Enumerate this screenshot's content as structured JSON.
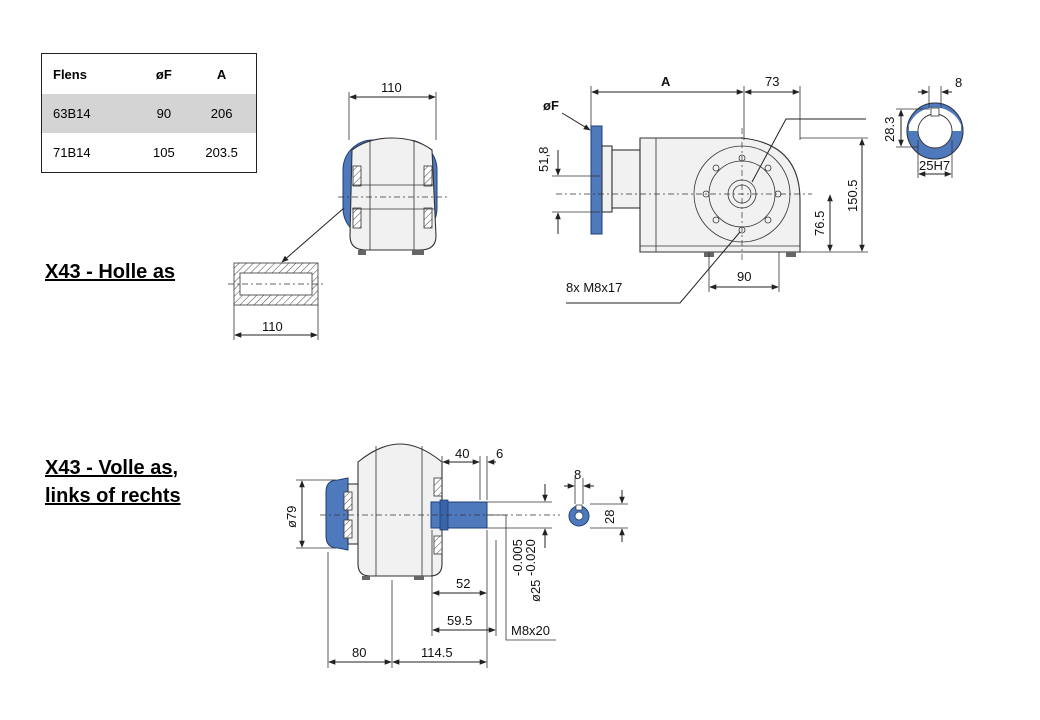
{
  "table": {
    "headers": [
      "Flens",
      "øF",
      "A"
    ],
    "rows": [
      [
        "63B14",
        "90",
        "206"
      ],
      [
        "71B14",
        "105",
        "203.5"
      ]
    ]
  },
  "headings": {
    "hollow": "X43 - Holle as",
    "solid_line1": "X43 - Volle as,",
    "solid_line2": "links of rechts"
  },
  "dims": {
    "top_width": "110",
    "shaft_length": "110",
    "A": "A",
    "d73": "73",
    "dF": "øF",
    "d51_8": "51,8",
    "d150_5": "150.5",
    "d76_5": "76.5",
    "d90": "90",
    "bolts": "8x M8x17",
    "key_width": "8",
    "d28_3": "28.3",
    "bore": "25H7",
    "d40": "40",
    "d6": "6",
    "d79": "ø79",
    "d52": "52",
    "d59_5": "59.5",
    "d80": "80",
    "d114_5": "114.5",
    "thread": "M8x20",
    "shaft_dia": "ø25",
    "tol_upper": "-0.005",
    "tol_lower": "-0.020",
    "key_width_solid": "8",
    "d28": "28"
  },
  "colors": {
    "accent_blue": "#4f79bd",
    "table_highlight": "#d4d4d4"
  }
}
